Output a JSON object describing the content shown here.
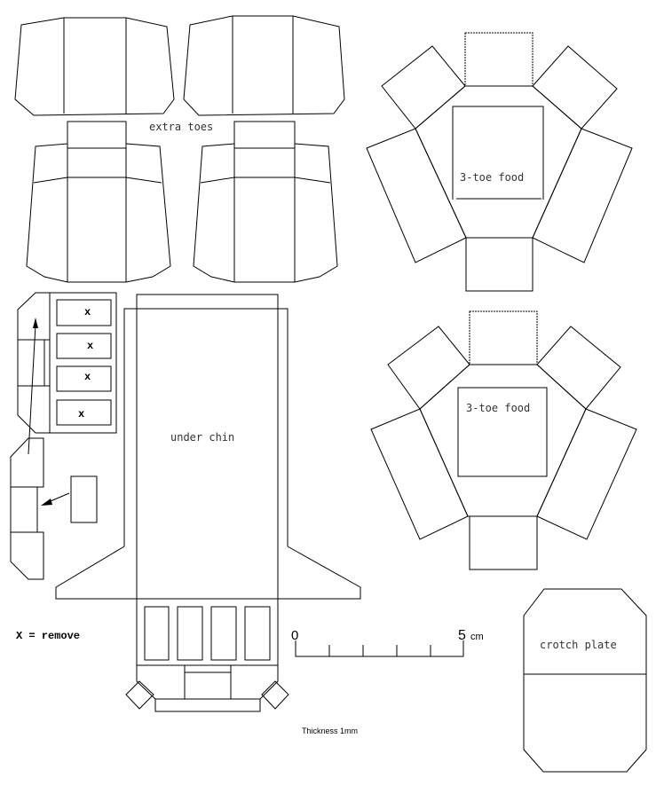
{
  "labels": {
    "extra_toes": "extra toes",
    "food_1": "3-toe food",
    "food_2": "3-toe food",
    "under_chin": "under chin",
    "remove_marks": [
      "x",
      "x",
      "x",
      "x"
    ],
    "legend": "X = remove",
    "crotch_plate": "crotch plate",
    "thickness": "Thickness 1mm"
  },
  "scale": {
    "start": "0",
    "end": "5",
    "unit": "cm",
    "divisions": 5
  }
}
